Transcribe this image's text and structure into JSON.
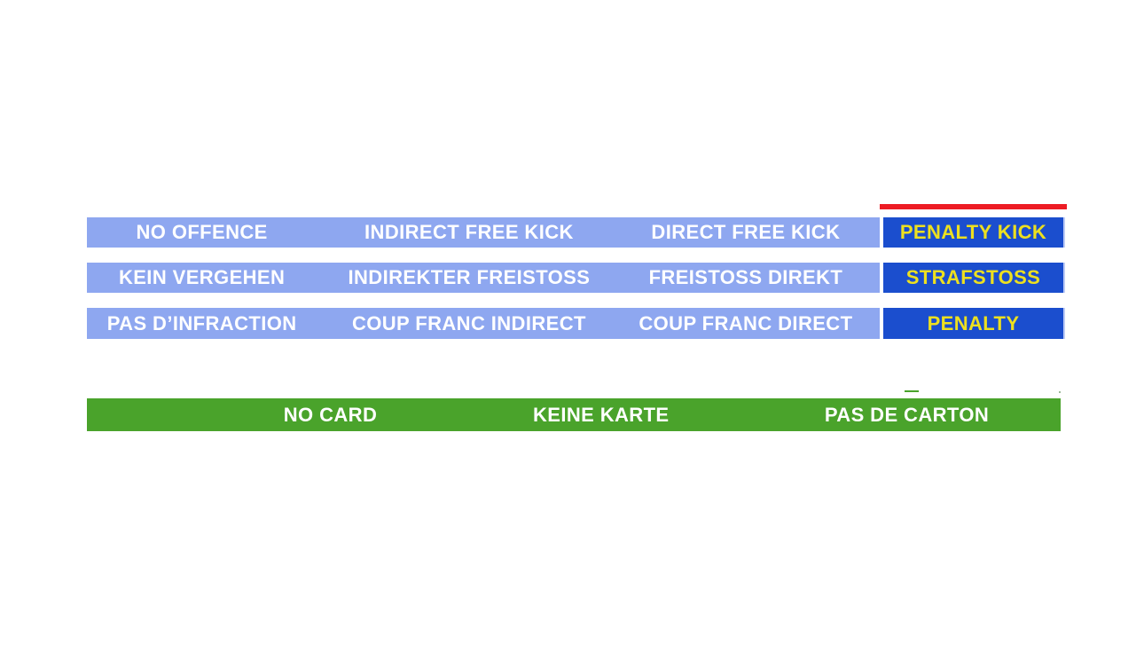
{
  "slide": {
    "description": "football-laws-sanctions-slide"
  },
  "palette": {
    "background": "#FFFFFF",
    "light_blue": "#8EA7F0",
    "dark_blue": "#1B4ECE",
    "yellow": "#EDE01F",
    "red": "#ED1C24",
    "green": "#4AA32B",
    "white_text": "#FFFFFF",
    "sliver_blue": "#BCCAF6"
  },
  "sanctions_table": {
    "rows": [
      {
        "language": "english",
        "cells": [
          "NO OFFENCE",
          "INDIRECT FREE KICK",
          "DIRECT FREE KICK"
        ],
        "penalty": "PENALTY KICK"
      },
      {
        "language": "german",
        "cells": [
          "KEIN VERGEHEN",
          "INDIREKTER FREISTOSS",
          "FREISTOSS DIREKT"
        ],
        "penalty": "STRAFSTOSS"
      },
      {
        "language": "french",
        "cells": [
          "PAS D’INFRACTION",
          "COUP FRANC INDIRECT",
          "COUP FRANC DIRECT"
        ],
        "penalty": "PENALTY"
      }
    ]
  },
  "card_bar": {
    "labels": [
      "NO CARD",
      "KEINE KARTE",
      "PAS DE CARTON"
    ]
  }
}
